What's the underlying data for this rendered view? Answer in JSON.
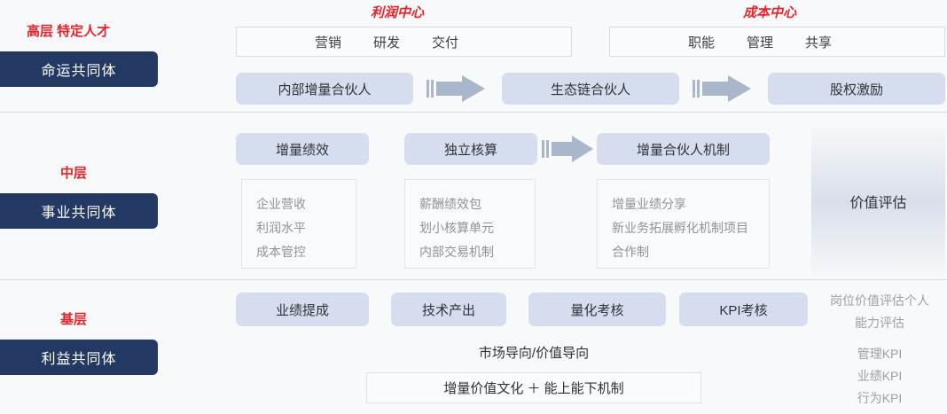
{
  "tiers": [
    {
      "level_label": "高层  特定人才",
      "badge": "命运共同体"
    },
    {
      "level_label": "中层",
      "badge": "事业共同体"
    },
    {
      "level_label": "基层",
      "badge": "利益共同体"
    }
  ],
  "center_titles": {
    "profit": "利润中心",
    "cost": "成本中心"
  },
  "head_boxes": {
    "profit_cells": [
      "营销",
      "研发",
      "交付"
    ],
    "cost_cells": [
      "职能",
      "管理",
      "共享"
    ]
  },
  "top_row": {
    "pills": [
      "内部增量合伙人",
      "生态链合伙人",
      "股权激励"
    ]
  },
  "middle_row": {
    "pills": [
      "增量绩效",
      "独立核算",
      "增量合伙人机制"
    ],
    "details": [
      [
        "企业营收",
        "利润水平",
        "成本管控"
      ],
      [
        "薪酬绩效包",
        "划小核算单元",
        "内部交易机制"
      ],
      [
        "增量业绩分享",
        "新业务拓展孵化机制项目",
        "合作制"
      ]
    ],
    "value_panel": "价值评估"
  },
  "bottom_row": {
    "pills": [
      "业绩提成",
      "技术产出",
      "量化考核",
      "KPI考核"
    ],
    "caption": "市场导向/价值导向",
    "foot_box": "增量价值文化 ＋ 能上能下机制",
    "notes_top": "岗位价值评估个人能力评估",
    "notes_kpi": [
      "管理KPI",
      "业绩KPI",
      "行为KPI"
    ]
  },
  "colors": {
    "navy": "#233963",
    "red": "#e8232a",
    "pill": "#d6ddee",
    "arrow": "#a9b6cc",
    "background": "#f8f9fa"
  }
}
